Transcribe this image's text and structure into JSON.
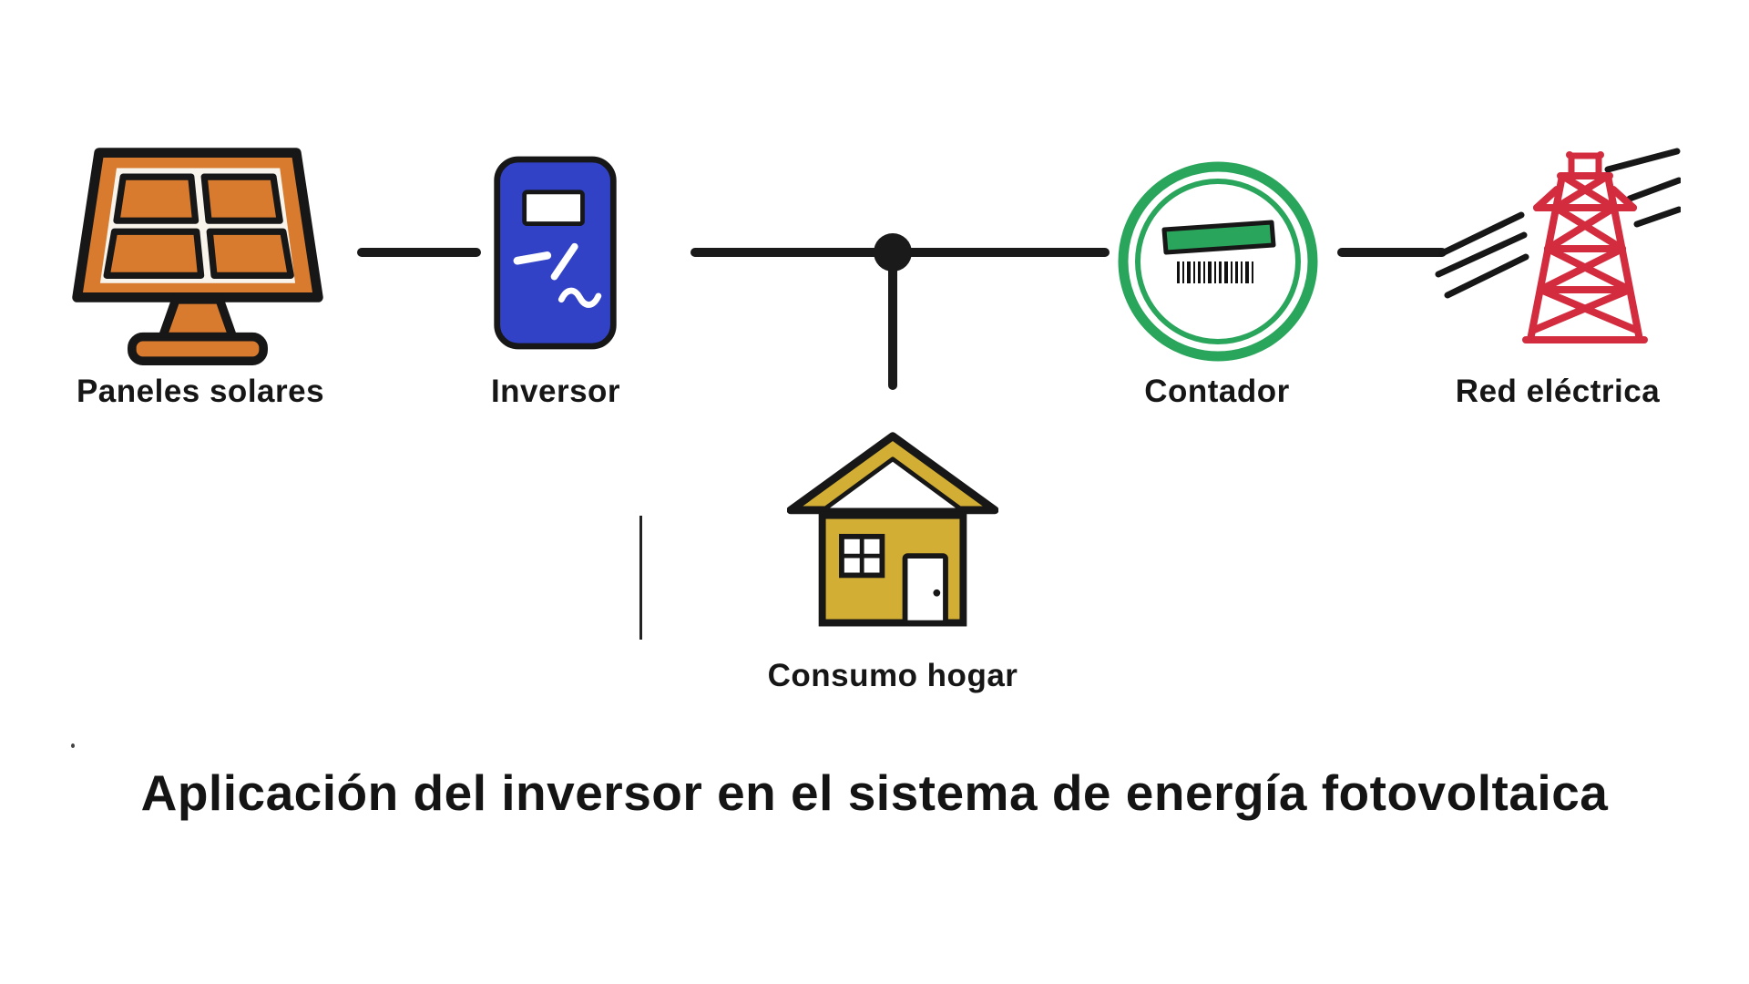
{
  "title": "Aplicación del inversor en el sistema de energía fotovoltaica",
  "nodes": {
    "solar": {
      "label": "Paneles solares"
    },
    "inverter": {
      "label": "Inversor"
    },
    "meter": {
      "label": "Contador"
    },
    "grid": {
      "label": "Red eléctrica"
    },
    "home": {
      "label": "Consumo hogar"
    }
  },
  "icons": {
    "solar": "solar-panel-icon",
    "inverter": "inverter-icon",
    "meter": "energy-meter-icon",
    "grid": "power-tower-icon",
    "home": "house-icon"
  },
  "colors": {
    "panel_orange": "#d97b2e",
    "inverter_blue": "#3142c6",
    "meter_green": "#2aa55c",
    "tower_red": "#d32c3e",
    "house_yellow": "#d2ae35",
    "connector_black": "#1a1a1a"
  }
}
